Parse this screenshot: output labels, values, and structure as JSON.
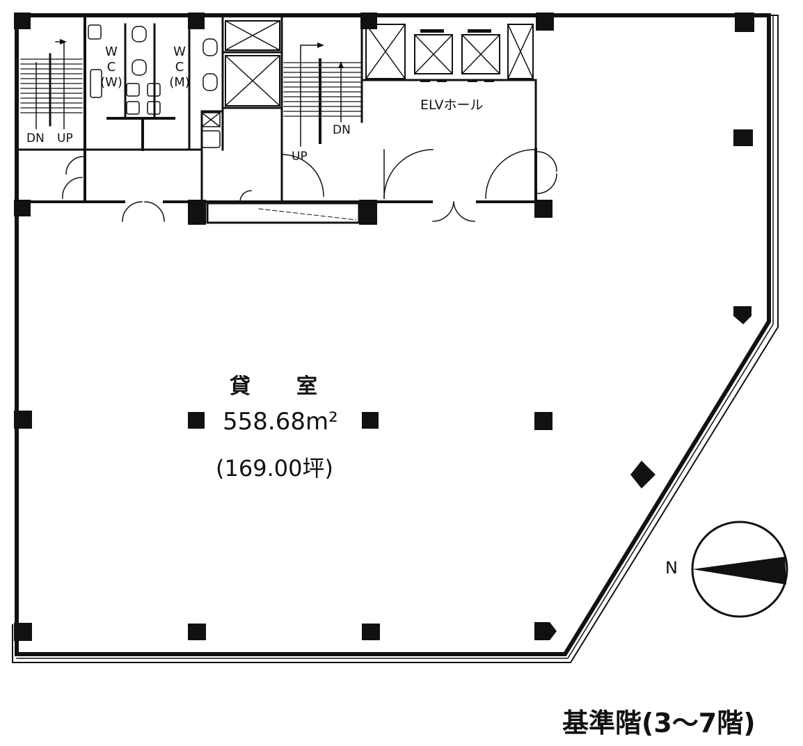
{
  "plan": {
    "floor_title": "基準階(3〜7階)",
    "room_label": "貸　　室",
    "area_sqm": "558.68m²",
    "area_tsubo": "(169.00坪)",
    "elevator_hall": "ELVホール",
    "north": "N"
  },
  "stairs": {
    "left": {
      "down": "DN",
      "up": "UP"
    },
    "center": {
      "up": "UP",
      "down": "DN"
    }
  },
  "restrooms": {
    "women": [
      "W",
      "C",
      "(W)"
    ],
    "men": [
      "W",
      "C",
      "(M)"
    ]
  },
  "colors": {
    "line": "#111111",
    "background": "#ffffff"
  }
}
